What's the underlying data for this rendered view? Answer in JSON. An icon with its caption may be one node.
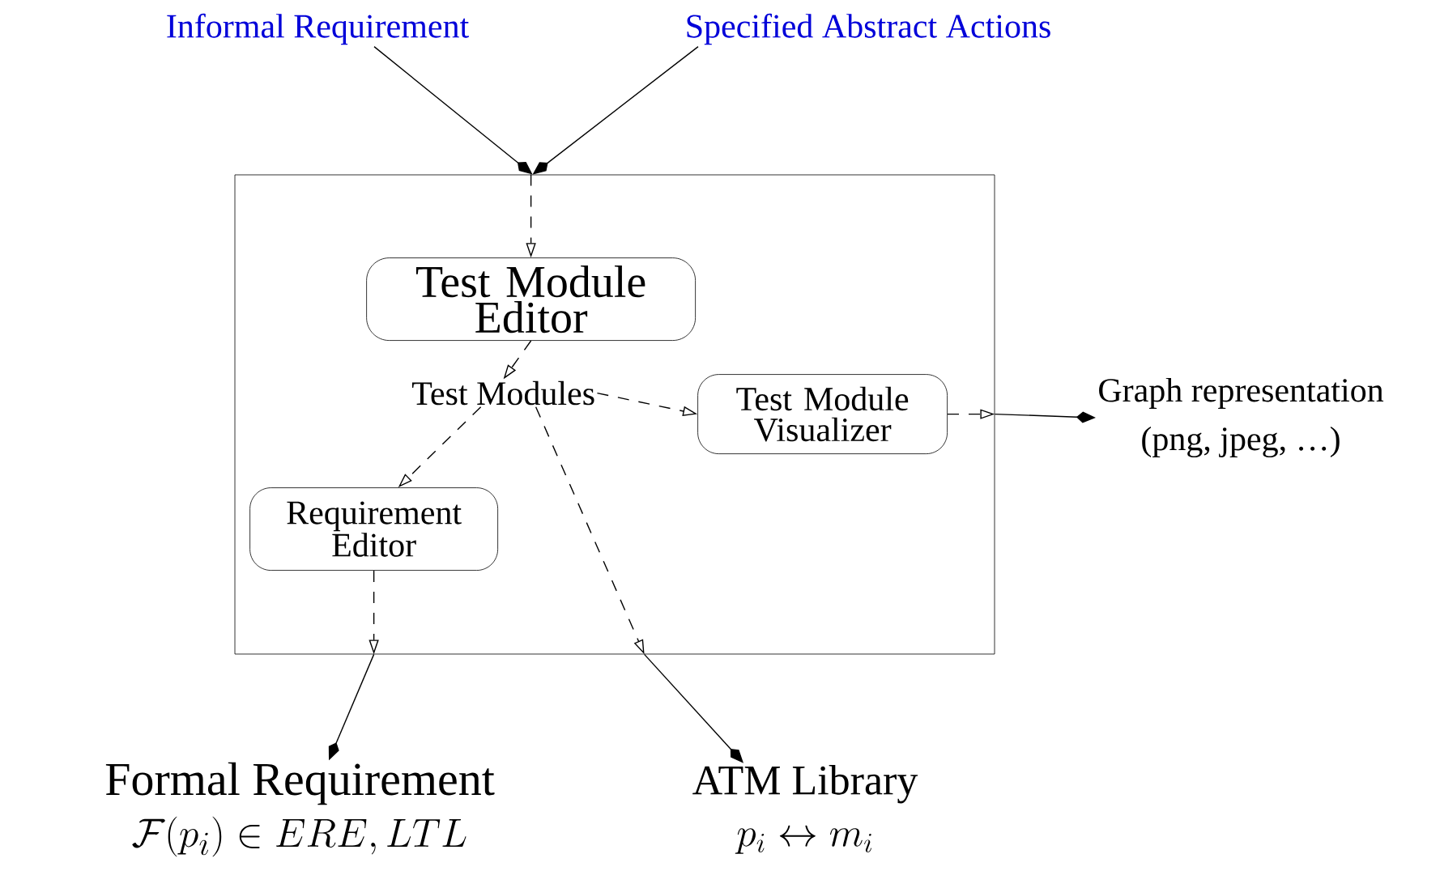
{
  "diagram": {
    "nodes": [
      {
        "text": [
          "Informal Requirement"
        ]
      },
      {
        "text": [
          "Specified Abstract Actions"
        ]
      },
      {
        "text": [],
        "shape": "box"
      },
      {
        "text": [
          "Test Module Editor"
        ],
        "in": 2
      },
      {
        "text": [
          "Test Modules"
        ],
        "in": 2
      },
      {
        "text": [
          "Test Module Visualizer"
        ],
        "in": 2
      },
      {
        "text": [
          "Requirement Editor"
        ],
        "in": 2
      },
      {
        "text": [
          "Graph representation",
          "(png, jpeg, …)"
        ]
      },
      {
        "text": [
          "Formal Requirement",
          "\\mathcal{F}(p_i) \\in ERE, LTL"
        ]
      },
      {
        "text": [
          "ATM Library",
          "p_i \\leftrightarrow m_i"
        ]
      }
    ],
    "edges": [
      {
        "from": 0,
        "to": 2,
        "arrow": "to"
      },
      {
        "from": 1,
        "to": 2,
        "arrow": "to"
      },
      {
        "from": 2,
        "to": 3,
        "arrow": "to",
        "style": "dashed"
      },
      {
        "from": 3,
        "to": 4,
        "arrow": "to",
        "style": "dashed"
      },
      {
        "from": 4,
        "to": 5,
        "arrow": "to",
        "style": "dashed"
      },
      {
        "from": 4,
        "to": 6,
        "arrow": "to",
        "style": "dashed"
      },
      {
        "from": 4,
        "to": 2,
        "arrow": "to",
        "style": "dashed"
      },
      {
        "from": 6,
        "to": 2,
        "arrow": "to",
        "style": "dashed"
      },
      {
        "from": 5,
        "to": 2,
        "arrow": "to",
        "style": "dashed"
      },
      {
        "from": 2,
        "to": 7,
        "arrow": "to"
      },
      {
        "from": 2,
        "to": 8,
        "arrow": "to"
      },
      {
        "from": 2,
        "to": 9,
        "arrow": "to"
      }
    ]
  }
}
